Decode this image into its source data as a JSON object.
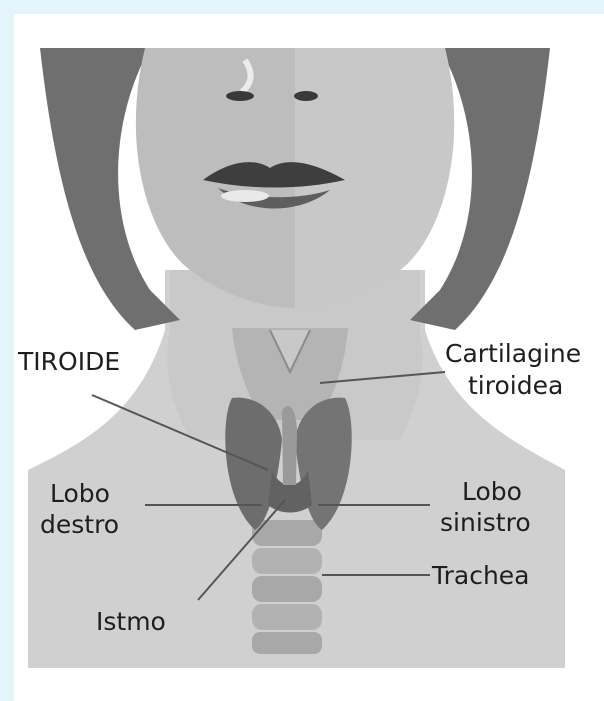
{
  "diagram": {
    "labels": {
      "tiroide": "TIROIDE",
      "cartilagine_line1": "Cartilagine",
      "cartilagine_line2": "tiroidea",
      "lobo_destro_line1": "Lobo",
      "lobo_destro_line2": "destro",
      "lobo_sinistro_line1": "Lobo",
      "lobo_sinistro_line2": "sinistro",
      "trachea": "Trachea",
      "istmo": "Istmo"
    },
    "colors": {
      "background": "#e3f4fa",
      "skin": "#c4c4c4",
      "hair": "#6f6f6f",
      "thyroid": "#6d6d6d",
      "cartilage": "#b4b4b4",
      "trachea": "#a8a8a8"
    }
  }
}
